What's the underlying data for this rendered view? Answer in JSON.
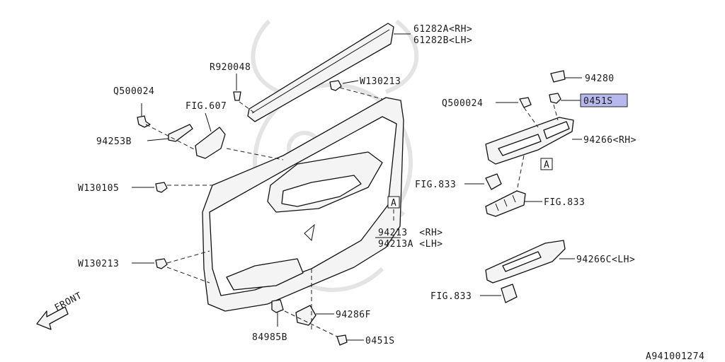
{
  "callouts": {
    "weatherstrip": [
      "61282A<RH>",
      "61282B<LH>"
    ],
    "r920048": "R920048",
    "w130213_top": "W130213",
    "q500024_left": "Q500024",
    "fig607": "FIG.607",
    "p94253b": "94253B",
    "w130105": "W130105",
    "w130213_bottom": "W130213",
    "p94213": [
      "94213  <RH>",
      "94213A <LH>"
    ],
    "p94280": "94280",
    "p0451s_top": "0451S",
    "q500024_right": "Q500024",
    "p94266": "94266<RH>",
    "fig833_a": "FIG.833",
    "fig833_b": "FIG.833",
    "p94266c": "94266C<LH>",
    "fig833_c": "FIG.833",
    "p94286f": "94286F",
    "p84985b": "84985B",
    "p0451s_bottom": "0451S",
    "ref_a_left": "A",
    "ref_a_right": "A",
    "front": "FRONT",
    "diagram_id": "A941001274"
  },
  "colors": {
    "highlight": "#b7b9ee",
    "line": "#111111",
    "watermark": "#e4e4e4"
  }
}
